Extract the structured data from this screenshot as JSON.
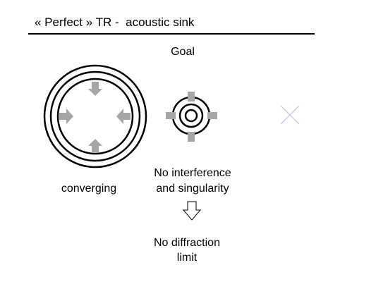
{
  "title": "« Perfect » TR -  acoustic sink",
  "labels": {
    "goal": "Goal",
    "converging": "converging",
    "no_interference_line1": "No interference",
    "no_interference_line2": "and singularity",
    "no_diffraction_line1": "No diffraction",
    "no_diffraction_line2": "limit"
  },
  "colors": {
    "arrow_fill": "#a6a6a6",
    "cross": "#c8c8ee",
    "line": "#000000"
  }
}
